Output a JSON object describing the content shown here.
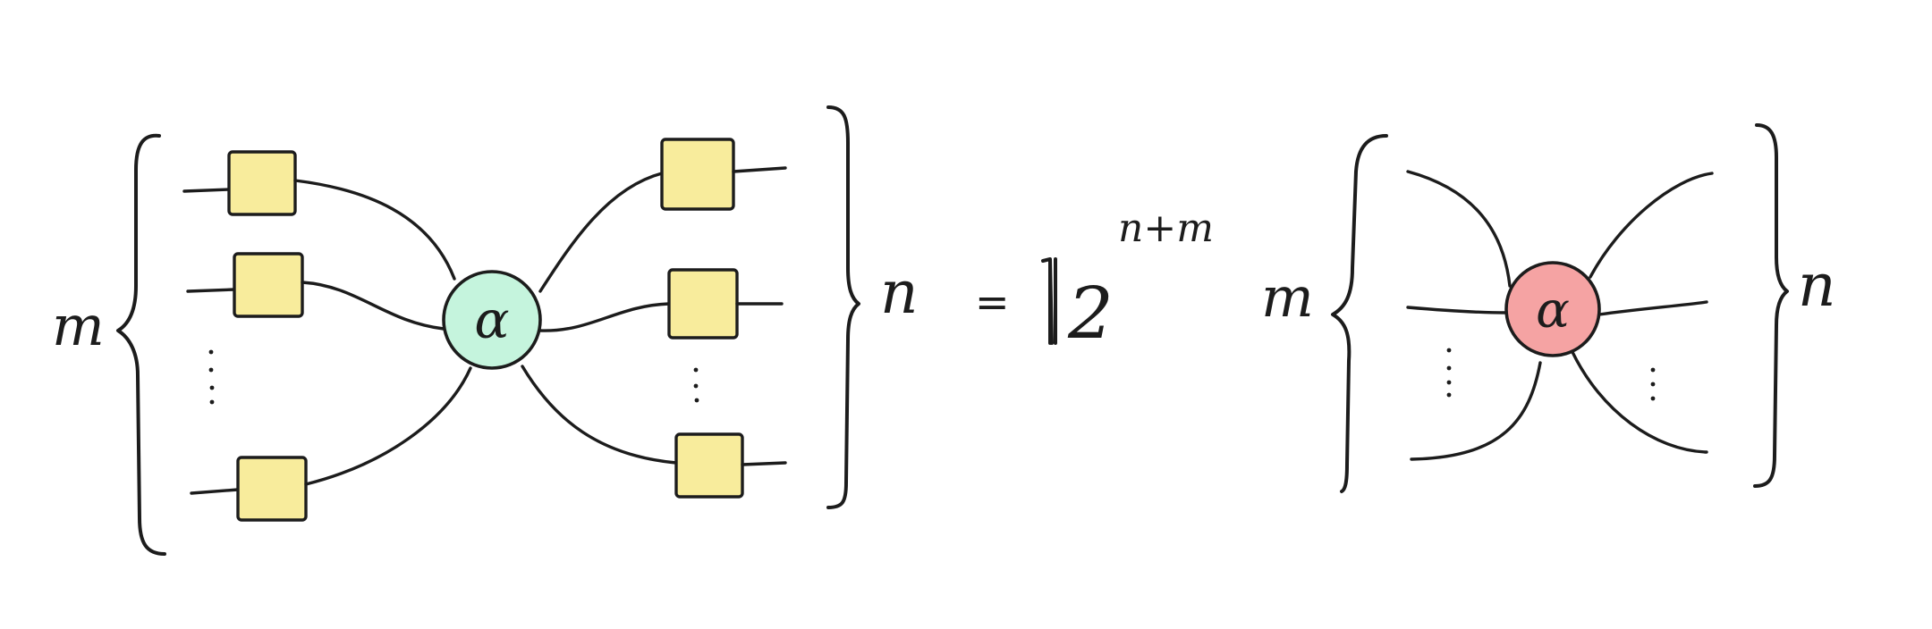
{
  "labels": {
    "left_rows": "m",
    "left_cols": "n",
    "equals": "=",
    "radical_value": "2",
    "exponent": "n+m",
    "right_rows": "m",
    "right_cols": "n",
    "green_phase": "α",
    "red_phase": "α"
  },
  "colors": {
    "ink": "#1c1c1c",
    "yellow_box": "#f8ec9c",
    "green_spider": "#c5f4dd",
    "red_spider": "#f5a3a3"
  },
  "icons": {
    "green_spider": "z-spider-node",
    "red_spider": "x-spider-node",
    "hadamard": "hadamard-box"
  }
}
